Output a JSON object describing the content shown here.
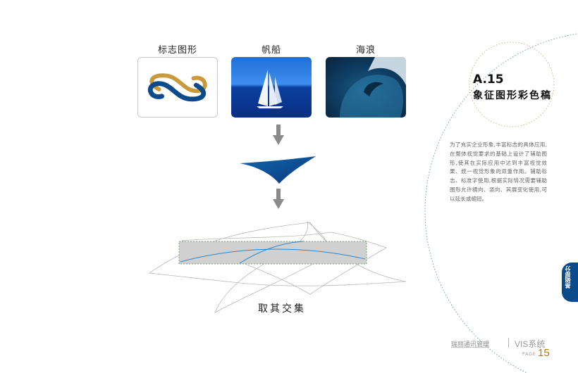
{
  "section": {
    "number": "A.15",
    "title": "象征图形彩色稿"
  },
  "sources": [
    {
      "label": "标志图形",
      "image": "logo-symbol"
    },
    {
      "label": "帆船",
      "image": "sailboat-photo"
    },
    {
      "label": "海浪",
      "image": "wave-photo"
    }
  ],
  "derived_shape": "blue-curved-ribbon",
  "caption": "取其交集",
  "description": "为了充实企业形象,丰富标志的具体应用,在整体视觉要求的基础上设计了辅助图形,使其在实际应用中达到丰富视觉效果、统一视觉形象的双重作用。辅助标志、标准字使用,根据实际情况需要辅助图形允许横向、竖向、其展变化使用,可以延长或缩短。",
  "side_tab": "基础部分",
  "footer": {
    "brand": "瑞丽通讯管理",
    "system": "VIS系统",
    "page_label": "PAGE",
    "page_number": "15"
  },
  "colors": {
    "brand_blue": "#0b4a8b",
    "gold": "#c89a3c",
    "highlight_gray": "#d0d0d0",
    "guide_green": "#3ea24a"
  }
}
